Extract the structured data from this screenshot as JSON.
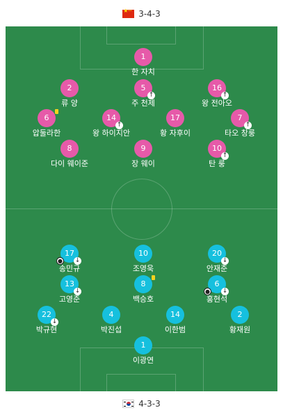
{
  "home": {
    "formation": "3-4-3",
    "flag_icon": "china-flag-icon",
    "color": "#e65aa9",
    "players": [
      {
        "number": "1",
        "name": "한 자치",
        "sub": false,
        "yellow": false
      },
      {
        "number": "2",
        "name": "류 양",
        "sub": false,
        "yellow": false
      },
      {
        "number": "5",
        "name": "주 천제",
        "sub": true,
        "yellow": false
      },
      {
        "number": "16",
        "name": "왕 전아오",
        "sub": true,
        "yellow": false
      },
      {
        "number": "6",
        "name": "압둘라한",
        "sub": false,
        "yellow": true
      },
      {
        "number": "14",
        "name": "왕 하이지안",
        "sub": true,
        "yellow": false
      },
      {
        "number": "17",
        "name": "황 자후이",
        "sub": false,
        "yellow": false
      },
      {
        "number": "7",
        "name": "타오 창룽",
        "sub": true,
        "yellow": false
      },
      {
        "number": "8",
        "name": "다이 웨이준",
        "sub": false,
        "yellow": false
      },
      {
        "number": "9",
        "name": "장 웨이",
        "sub": false,
        "yellow": false
      },
      {
        "number": "10",
        "name": "탄 룽",
        "sub": true,
        "yellow": false
      }
    ]
  },
  "away": {
    "formation": "4-3-3",
    "flag_icon": "korea-flag-icon",
    "color": "#16c0de",
    "players": [
      {
        "number": "17",
        "name": "송민규",
        "goal": true,
        "sub": true,
        "yellow": false
      },
      {
        "number": "10",
        "name": "조영욱",
        "goal": false,
        "sub": false,
        "yellow": false
      },
      {
        "number": "20",
        "name": "안재준",
        "goal": false,
        "sub": true,
        "yellow": false
      },
      {
        "number": "13",
        "name": "고영준",
        "goal": false,
        "sub": true,
        "yellow": false
      },
      {
        "number": "8",
        "name": "백승호",
        "goal": false,
        "sub": false,
        "yellow": true
      },
      {
        "number": "6",
        "name": "홍현석",
        "goal": true,
        "sub": true,
        "yellow": false
      },
      {
        "number": "22",
        "name": "박규현",
        "goal": false,
        "sub": true,
        "yellow": false
      },
      {
        "number": "4",
        "name": "박진섭",
        "goal": false,
        "sub": false,
        "yellow": false
      },
      {
        "number": "14",
        "name": "이한범",
        "goal": false,
        "sub": false,
        "yellow": false
      },
      {
        "number": "2",
        "name": "황재원",
        "goal": false,
        "sub": false,
        "yellow": false
      },
      {
        "number": "1",
        "name": "이광연",
        "goal": false,
        "sub": false,
        "yellow": false
      }
    ]
  },
  "pitch_color": "#2d8a4b"
}
